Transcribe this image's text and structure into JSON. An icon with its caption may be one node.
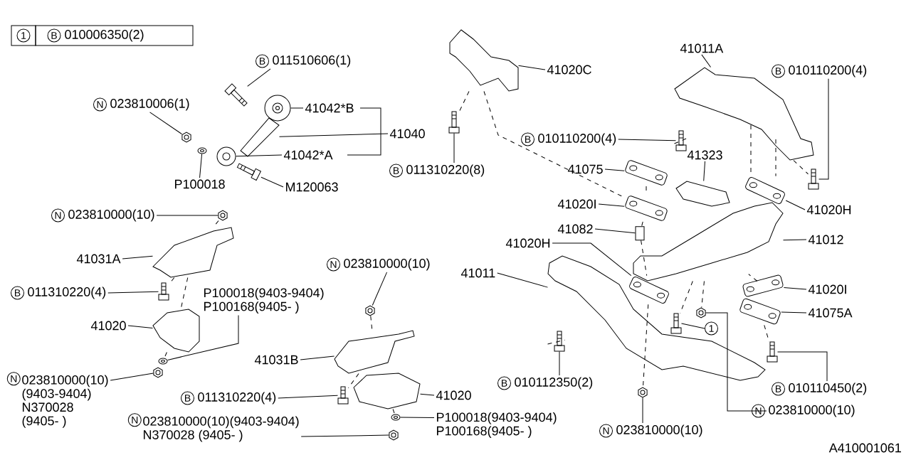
{
  "diagram": {
    "nodes": [
      {
        "text": [
          "B",
          "011510606(1)"
        ]
      },
      {
        "text": [
          "N",
          "023810006(1)"
        ]
      },
      {
        "text": [
          "41042*B"
        ]
      },
      {
        "text": [
          "41040"
        ]
      },
      {
        "text": [
          "41042*A"
        ]
      },
      {
        "text": [
          "P100018"
        ]
      },
      {
        "text": [
          "M120063"
        ]
      },
      {
        "text": [
          "41020C"
        ]
      },
      {
        "text": [
          "B",
          "011310220(8)"
        ]
      },
      {
        "text": [
          "41011A"
        ]
      },
      {
        "text": [
          "B",
          "010110200(4)"
        ]
      },
      {
        "text": [
          "B",
          "010110200(4)"
        ]
      },
      {
        "text": [
          "41323"
        ]
      },
      {
        "text": [
          "41075"
        ]
      },
      {
        "text": [
          "41020I"
        ]
      },
      {
        "text": [
          "41020H"
        ]
      },
      {
        "text": [
          "41082"
        ]
      },
      {
        "text": [
          "41012"
        ]
      },
      {
        "text": [
          "41020H"
        ]
      },
      {
        "text": [
          "41011"
        ]
      },
      {
        "text": [
          "41020I"
        ]
      },
      {
        "text": [
          "41075A"
        ]
      },
      {
        "text": [
          "1"
        ]
      },
      {
        "text": [
          "B",
          "010112350(2)"
        ]
      },
      {
        "text": [
          "B",
          "010110450(2)"
        ]
      },
      {
        "text": [
          "N",
          "023810000(10)"
        ]
      },
      {
        "text": [
          "N",
          "023810000(10)"
        ]
      },
      {
        "text": [
          "N",
          "023810000(10)"
        ]
      },
      {
        "text": [
          "41031A"
        ]
      },
      {
        "text": [
          "B",
          "011310220(4)"
        ]
      },
      {
        "text": [
          "P100018(9403-9404)",
          "P100168(9405- )"
        ]
      },
      {
        "text": [
          "N",
          "023810000(10)"
        ]
      },
      {
        "text": [
          "41020"
        ]
      },
      {
        "text": [
          "41031B"
        ]
      },
      {
        "text": [
          "N",
          "023810000(10)",
          "(9403-9404)",
          "N370028",
          "(9405- )"
        ]
      },
      {
        "text": [
          "B",
          "011310220(4)"
        ]
      },
      {
        "text": [
          "41020"
        ]
      },
      {
        "text": [
          "N",
          "023810000(10)(9403-9404)",
          "N370028 (9405- )"
        ]
      },
      {
        "text": [
          "P100018(9403-9404)",
          "P100168(9405- )"
        ]
      },
      {
        "text": [],
        "shape": "picture"
      },
      {
        "text": [],
        "shape": "picture"
      },
      {
        "text": [],
        "shape": "picture"
      },
      {
        "text": [],
        "shape": "picture"
      },
      {
        "text": [],
        "shape": "picture"
      },
      {
        "text": [],
        "shape": "picture"
      },
      {
        "text": [],
        "shape": "picture"
      },
      {
        "text": [],
        "shape": "picture"
      },
      {
        "text": [],
        "shape": "picture"
      },
      {
        "text": [],
        "shape": "picture"
      },
      {
        "text": [],
        "shape": "picture"
      },
      {
        "text": [],
        "shape": "picture"
      },
      {
        "text": [],
        "shape": "picture"
      },
      {
        "text": [],
        "shape": "picture"
      },
      {
        "text": [],
        "shape": "picture"
      },
      {
        "text": [],
        "shape": "picture"
      },
      {
        "text": [],
        "shape": "cylinder"
      },
      {
        "text": [],
        "shape": "picture"
      },
      {
        "text": [],
        "shape": "picture"
      },
      {
        "text": [],
        "shape": "picture"
      },
      {
        "text": [],
        "shape": "picture"
      },
      {
        "text": [],
        "shape": "picture"
      },
      {
        "text": [],
        "shape": "picture"
      },
      {
        "text": [],
        "shape": "picture"
      },
      {
        "text": [],
        "shape": "picture"
      },
      {
        "text": [],
        "shape": "picture"
      },
      {
        "text": [],
        "shape": "picture"
      },
      {
        "text": [],
        "shape": "picture"
      },
      {
        "text": [],
        "shape": "picture"
      },
      {
        "text": [],
        "shape": "picture"
      },
      {
        "text": [],
        "shape": "picture"
      },
      {
        "text": [],
        "shape": "picture"
      },
      {
        "text": [],
        "shape": "picture"
      },
      {
        "text": [],
        "shape": "picture"
      },
      {
        "text": [],
        "shape": "picture"
      },
      {
        "text": [],
        "shape": "picture"
      },
      {
        "text": [],
        "shape": "picture"
      },
      {
        "text": [],
        "shape": "picture"
      },
      {
        "text": [],
        "shape": "picture"
      }
    ],
    "edges": [
      {
        "from": 0,
        "to": 39,
        "arrow": "none"
      },
      {
        "from": 1,
        "to": 40,
        "arrow": "none"
      },
      {
        "from": 2,
        "to": 41,
        "arrow": "none"
      },
      {
        "from": 3,
        "to": 42,
        "arrow": "none"
      },
      {
        "from": 4,
        "to": 43,
        "arrow": "none"
      },
      {
        "from": 5,
        "to": 44,
        "arrow": "none"
      },
      {
        "from": 6,
        "to": 45,
        "arrow": "none"
      },
      {
        "from": 7,
        "to": 46,
        "arrow": "none"
      },
      {
        "from": 8,
        "to": 47,
        "arrow": "none"
      },
      {
        "from": 9,
        "to": 48,
        "arrow": "none"
      },
      {
        "from": 10,
        "to": 49,
        "arrow": "none"
      },
      {
        "from": 11,
        "to": 50,
        "arrow": "none"
      },
      {
        "from": 12,
        "to": 51,
        "arrow": "none"
      },
      {
        "from": 13,
        "to": 52,
        "arrow": "none"
      },
      {
        "from": 14,
        "to": 53,
        "arrow": "none"
      },
      {
        "from": 15,
        "to": 54,
        "arrow": "none"
      },
      {
        "from": 16,
        "to": 55,
        "arrow": "none"
      },
      {
        "from": 17,
        "to": 56,
        "arrow": "none"
      },
      {
        "from": 18,
        "to": 57,
        "arrow": "none"
      },
      {
        "from": 19,
        "to": 58,
        "arrow": "none"
      },
      {
        "from": 20,
        "to": 59,
        "arrow": "none"
      },
      {
        "from": 21,
        "to": 60,
        "arrow": "none"
      },
      {
        "from": 22,
        "to": 61,
        "arrow": "none"
      },
      {
        "from": 23,
        "to": 62,
        "arrow": "none"
      },
      {
        "from": 24,
        "to": 63,
        "arrow": "none"
      },
      {
        "from": 25,
        "to": 64,
        "arrow": "none"
      },
      {
        "from": 26,
        "to": 65,
        "arrow": "none"
      },
      {
        "from": 27,
        "to": 66,
        "arrow": "none"
      },
      {
        "from": 28,
        "to": 67,
        "arrow": "none"
      },
      {
        "from": 29,
        "to": 68,
        "arrow": "none"
      },
      {
        "from": 30,
        "to": 69,
        "arrow": "none"
      },
      {
        "from": 31,
        "to": 72,
        "arrow": "none"
      },
      {
        "from": 32,
        "to": 70,
        "arrow": "none"
      },
      {
        "from": 33,
        "to": 73,
        "arrow": "none"
      },
      {
        "from": 34,
        "to": 71,
        "arrow": "none"
      },
      {
        "from": 35,
        "to": 74,
        "arrow": "none"
      },
      {
        "from": 36,
        "to": 75,
        "arrow": "none"
      },
      {
        "from": 37,
        "to": 77,
        "arrow": "none"
      },
      {
        "from": 38,
        "to": 76,
        "arrow": "none"
      },
      {
        "from": 46,
        "to": 47,
        "arrow": "none",
        "style": "dashed"
      },
      {
        "from": 46,
        "to": 53,
        "arrow": "none",
        "style": "dashed"
      },
      {
        "from": 48,
        "to": 50,
        "arrow": "none",
        "style": "dashed"
      },
      {
        "from": 48,
        "to": 54,
        "arrow": "none",
        "style": "dashed"
      },
      {
        "from": 48,
        "to": 54,
        "arrow": "none",
        "style": "dashed"
      },
      {
        "from": 48,
        "to": 49,
        "arrow": "none",
        "style": "dashed"
      },
      {
        "from": 52,
        "to": 53,
        "arrow": "none",
        "style": "dashed"
      },
      {
        "from": 53,
        "to": 55,
        "arrow": "none",
        "style": "dashed"
      },
      {
        "from": 55,
        "to": 57,
        "arrow": "none",
        "style": "dashed"
      },
      {
        "from": 57,
        "to": 65,
        "arrow": "none",
        "style": "dashed"
      },
      {
        "from": 58,
        "to": 62,
        "arrow": "none",
        "style": "dashed"
      },
      {
        "from": 56,
        "to": 61,
        "arrow": "none",
        "style": "dashed"
      },
      {
        "from": 56,
        "to": 64,
        "arrow": "none",
        "style": "dashed"
      },
      {
        "from": 56,
        "to": 59,
        "arrow": "none",
        "style": "dashed"
      },
      {
        "from": 60,
        "to": 63,
        "arrow": "none",
        "style": "dashed"
      },
      {
        "from": 66,
        "to": 67,
        "arrow": "none",
        "style": "dashed"
      },
      {
        "from": 67,
        "to": 70,
        "arrow": "none",
        "style": "dashed"
      },
      {
        "from": 70,
        "to": 69,
        "arrow": "none",
        "style": "dashed"
      },
      {
        "from": 72,
        "to": 73,
        "arrow": "none",
        "style": "dashed"
      },
      {
        "from": 73,
        "to": 74,
        "arrow": "none",
        "style": "dashed"
      },
      {
        "from": 75,
        "to": 76,
        "arrow": "none",
        "style": "dashed"
      },
      {
        "from": 67,
        "to": 68,
        "arrow": "none",
        "style": "dashed"
      }
    ],
    "labels": [
      "1",
      "B",
      "010006350(2)",
      "A410001061"
    ]
  }
}
